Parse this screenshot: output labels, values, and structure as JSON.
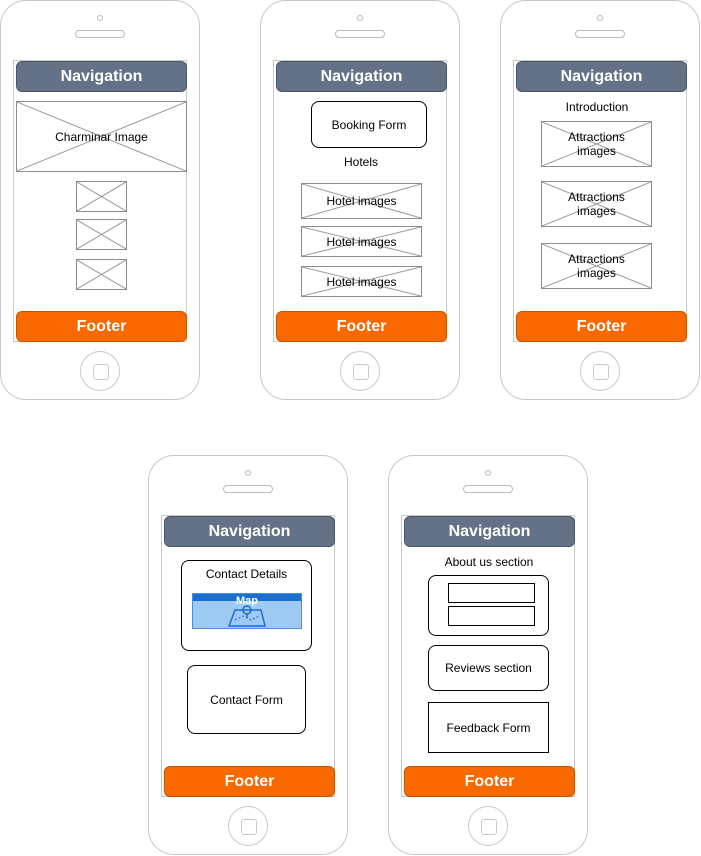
{
  "phones": [
    {
      "navigation": "Navigation",
      "footer": "Footer",
      "hero_image": "Charminar Image"
    },
    {
      "navigation": "Navigation",
      "footer": "Footer",
      "booking_form": "Booking Form",
      "hotels_heading": "Hotels",
      "hotel_images": [
        "Hotel images",
        "Hotel images",
        "Hotel images"
      ]
    },
    {
      "navigation": "Navigation",
      "footer": "Footer",
      "introduction": "Introduction",
      "attractions": [
        "Attractions images",
        "Attractions images",
        "Attractions images"
      ]
    },
    {
      "navigation": "Navigation",
      "footer": "Footer",
      "contact_details": "Contact Details",
      "map_label": "Map",
      "contact_form": "Contact Form"
    },
    {
      "navigation": "Navigation",
      "footer": "Footer",
      "about_us": "About us section",
      "reviews": "Reviews section",
      "feedback_form": "Feedback Form"
    }
  ],
  "colors": {
    "navigation_bg": "#637286",
    "footer_bg": "#fa6800",
    "map_bg": "#9ec9f0",
    "map_bar": "#1a6fce"
  }
}
